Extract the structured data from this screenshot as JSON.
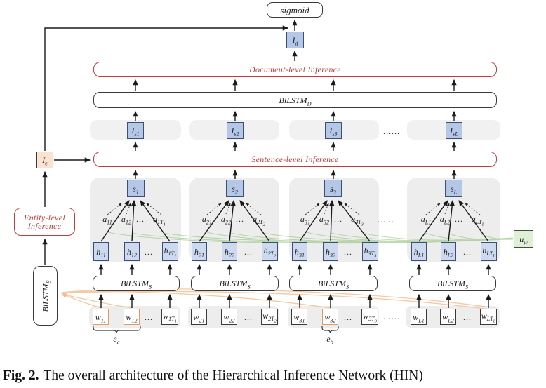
{
  "top": {
    "sigmoid": "sigmoid",
    "id": {
      "b": "I",
      "s": "d"
    }
  },
  "levels": {
    "doc": "Document-level Inference",
    "sent": "Sentence-level  Inference",
    "entity1": "Entity-level",
    "entity2": "Inference"
  },
  "bilstm": {
    "d": {
      "b": "BiLSTM",
      "s": "D"
    },
    "s": {
      "b": "BiLSTM",
      "s": "S"
    },
    "e": {
      "b": "BiLSTM",
      "s": "E"
    }
  },
  "is_row": {
    "items": [
      {
        "b": "I",
        "s": "s1"
      },
      {
        "b": "I",
        "s": "s2"
      },
      {
        "b": "I",
        "s": "s3"
      },
      {
        "b": "I",
        "s": "sL"
      }
    ],
    "dots": "......"
  },
  "groups": [
    {
      "s": {
        "b": "s",
        "s": "1"
      },
      "a": [
        {
          "b": "a",
          "s": "11"
        },
        {
          "b": "a",
          "s": "12"
        },
        {
          "b": "a",
          "s": "1T",
          "ss": "1"
        }
      ],
      "h": [
        {
          "b": "h",
          "s": "11"
        },
        {
          "b": "h",
          "s": "12"
        },
        {
          "b": "h",
          "s": "1T",
          "ss": "1"
        }
      ],
      "w": [
        {
          "b": "w",
          "s": "11"
        },
        {
          "b": "w",
          "s": "12"
        },
        {
          "b": "w",
          "s": "1T",
          "ss": "1"
        }
      ],
      "dots": "..."
    },
    {
      "s": {
        "b": "s",
        "s": "2"
      },
      "a": [
        {
          "b": "a",
          "s": "21"
        },
        {
          "b": "a",
          "s": "22"
        },
        {
          "b": "a",
          "s": "2T",
          "ss": "2"
        }
      ],
      "h": [
        {
          "b": "h",
          "s": "21"
        },
        {
          "b": "h",
          "s": "22"
        },
        {
          "b": "h",
          "s": "2T",
          "ss": "2"
        }
      ],
      "w": [
        {
          "b": "w",
          "s": "21"
        },
        {
          "b": "w",
          "s": "22"
        },
        {
          "b": "w",
          "s": "2T",
          "ss": "2"
        }
      ],
      "dots": "..."
    },
    {
      "s": {
        "b": "s",
        "s": "3"
      },
      "a": [
        {
          "b": "a",
          "s": "31"
        },
        {
          "b": "a",
          "s": "32"
        },
        {
          "b": "a",
          "s": "3T",
          "ss": "3"
        }
      ],
      "h": [
        {
          "b": "h",
          "s": "31"
        },
        {
          "b": "h",
          "s": "32"
        },
        {
          "b": "h",
          "s": "3T",
          "ss": "3"
        }
      ],
      "w": [
        {
          "b": "w",
          "s": "31"
        },
        {
          "b": "w",
          "s": "32"
        },
        {
          "b": "w",
          "s": "3T",
          "ss": "3"
        }
      ],
      "dots": "..."
    },
    {
      "s": {
        "b": "s",
        "s": "L"
      },
      "a": [
        {
          "b": "a",
          "s": "L1"
        },
        {
          "b": "a",
          "s": "L2"
        },
        {
          "b": "a",
          "s": "LT",
          "ss": "L"
        }
      ],
      "h": [
        {
          "b": "h",
          "s": "L1"
        },
        {
          "b": "h",
          "s": "L2"
        },
        {
          "b": "h",
          "s": "LT",
          "ss": "L"
        }
      ],
      "w": [
        {
          "b": "w",
          "s": "L1"
        },
        {
          "b": "w",
          "s": "L2"
        },
        {
          "b": "w",
          "s": "LT",
          "ss": "L"
        }
      ],
      "dots": "..."
    }
  ],
  "between_dots": {
    "is": "......",
    "s": "......",
    "w": "......"
  },
  "left": {
    "ie": {
      "b": "I",
      "s": "e"
    }
  },
  "uw": {
    "b": "u",
    "s": "w"
  },
  "entity_marks": {
    "ea": {
      "b": "e",
      "s": "a"
    },
    "eb": {
      "b": "e",
      "s": "b"
    }
  },
  "colors": {
    "blue_fill": "#b4c7e7",
    "h_fill": "#ccd9ee",
    "blue_border": "#3d4f75",
    "red": "#c43b3b",
    "orange_border": "#e8995c",
    "orange_line": "#f2c096",
    "green_line": "#93c47d",
    "green_fill": "#def0d6",
    "peach_fill": "#fbe2d2",
    "gray_bg": "#ededed"
  },
  "caption": {
    "tag": "Fig. 2.",
    "text": "The overall architecture of the Hierarchical Inference Network (HIN)"
  }
}
